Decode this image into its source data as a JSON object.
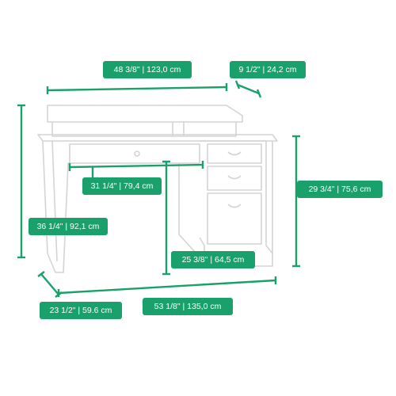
{
  "colors": {
    "accent": "#1aa06a",
    "outline": "#d4d4d4",
    "background": "#ffffff"
  },
  "dimensions": {
    "hutch_width": "48 3/8\" | 123,0 cm",
    "hutch_depth": "9 1/2\" | 24,2 cm",
    "legroom_width": "31 1/4\" | 79,4 cm",
    "desk_height": "29 3/4\" | 75,6 cm",
    "total_height": "36 1/4\" | 92,1 cm",
    "under_table_height": "25 3/8\" | 64,5 cm",
    "base_depth": "23 1/2\" | 59.6 cm",
    "base_width": "53 1/8\" | 135,0 cm"
  }
}
